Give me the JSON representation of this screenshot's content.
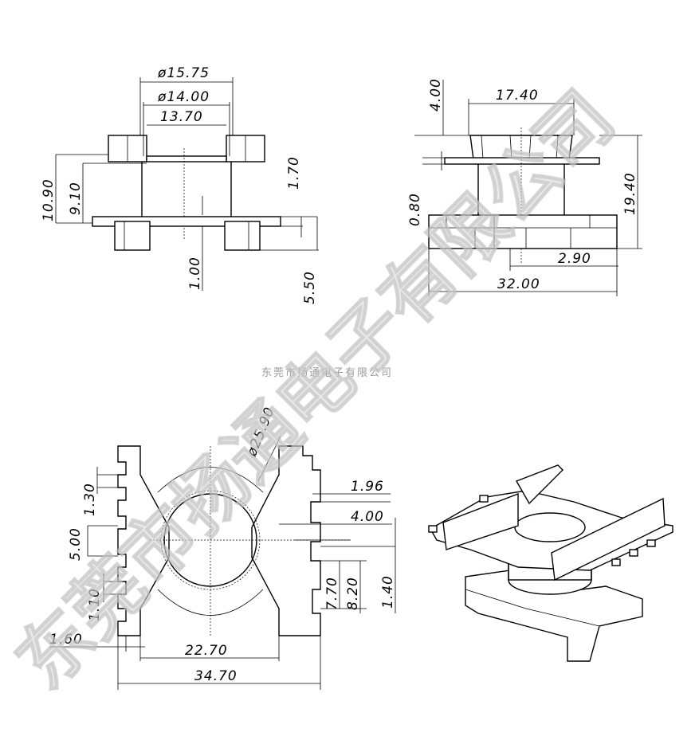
{
  "watermark": "东莞市扬通电子有限公司",
  "company_caption": "东莞市扬通电子有限公司",
  "front_view": {
    "d1": "ø15.75",
    "d2": "ø14.00",
    "w1": "13.70",
    "h_total": "10.90",
    "h_inner": "9.10",
    "flange": "1.70",
    "base": "1.00",
    "pin": "5.50"
  },
  "side_view": {
    "top": "4.00",
    "width_top": "17.40",
    "height": "19.40",
    "plate": "0.80",
    "offset": "2.90",
    "width": "32.00"
  },
  "bottom_view": {
    "dia": "ø25.90",
    "pitch": "1.30",
    "slot": "5.00",
    "gap": "1.10",
    "edge": "1.60",
    "inner_width": "22.70",
    "outer_width": "34.70",
    "r1": "1.96",
    "r2": "4.00",
    "r3": "1.40",
    "r4": "7.70",
    "r5": "8.20"
  },
  "colors": {
    "line": "#000000",
    "watermark": "#d7d7d7",
    "caption": "#9a9a9a"
  }
}
